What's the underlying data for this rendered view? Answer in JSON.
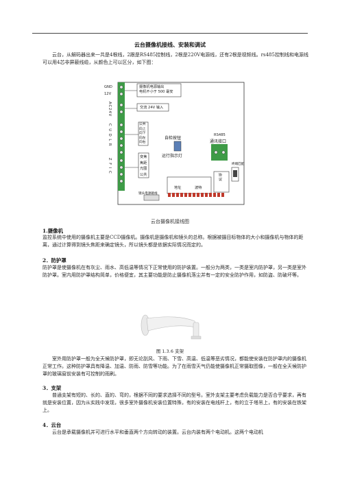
{
  "title": "云台摄像机接线、安装和调试",
  "intro": "云台，从解码器出来一共是4根线，2跟是RS485控制线，2根是220V电源线，还有2根是视频线。rs485控制线和电源线可以用4芯非屏蔽线缆，从颜色上可以区分，如下图：",
  "diagram": {
    "left_labels": {
      "gnd": "GND",
      "v12": "12V",
      "ac24": "AC24V",
      "cudlr": "C U D L R",
      "zfic": "Z F I C"
    },
    "box_power_out": "摄像机电源输出\n电机不小于 500 毫安",
    "box_ac_input": "交流 24V 输入",
    "box_common": "公共\n向上\n向下\n向左\n向右",
    "box_lens": "变焦\n焦距\n光圈\n公共",
    "self_test": "自检按钮",
    "run_led": "运行指示灯",
    "rs485": "RS485",
    "comm_port": "通讯接口",
    "jumper": "终端匹配",
    "addr": "地址",
    "baud": "波特",
    "protocol": "协议",
    "lens_power": "镜头电源跳线",
    "caption": "云台摄像机接线图"
  },
  "sections": [
    {
      "heading": "1.摄像机",
      "body": "监控系统中使用的摄像机主要是CCD摄像机。摄像机是摄像机和镜头的总称。根据被摄目标物体的大小和摄像机与物体的距离，通过计算得到镜头焦距来确定镜头，所以镜头都是依据实际情况而定的。"
    },
    {
      "heading": "2．防护罩",
      "body": "防护罩是使摄像机在有灰尘、雨水、高低温等情况下正常使用的防护装置。一般分为两类，一类是室内防护罩，另一类是室外防护罩。室内用防护罩结构简单，价格便宜，其主要功能是防止摄像机落尘并有一定的安全防护作用，如防盗、防破坏等。"
    }
  ],
  "figure_caption": "图 1.3.6   支架",
  "para_outdoor": "室外用防护罩一般为全天候防护罩，即无论刮风、下雨、下雪、高温、低温等恶劣情况，都能使安装在防护罩内的摄像机正常工作。这种防护罩具有降温、加温、防雨、防雪等功能。为了在雨雪天气仍能使摄像机正常摄取图像，一般在全天候防护罩的玻璃窗前安装有可控制的雨刷。",
  "sections2": [
    {
      "heading": "3．支架",
      "body": "普通支架有短的、长的、直的、弯的，根据不同的要求选择不同的型号。室外支架主要考虑负载能力是否合乎要求，再有就是安装位置，因为从实践中发现，很多室外摄像机安装位置特殊，有的安装在电线杆上，有的立于塔吊上，有的安装在铁架上。"
    },
    {
      "heading": "4．云台",
      "body": "云台是承载摄像机并可进行水平和垂直两个方向转动的装置。云台内装有两个电动机。这两个电动机"
    }
  ],
  "colors": {
    "terminal_green": "#3e9b47",
    "frame": "#333333"
  }
}
